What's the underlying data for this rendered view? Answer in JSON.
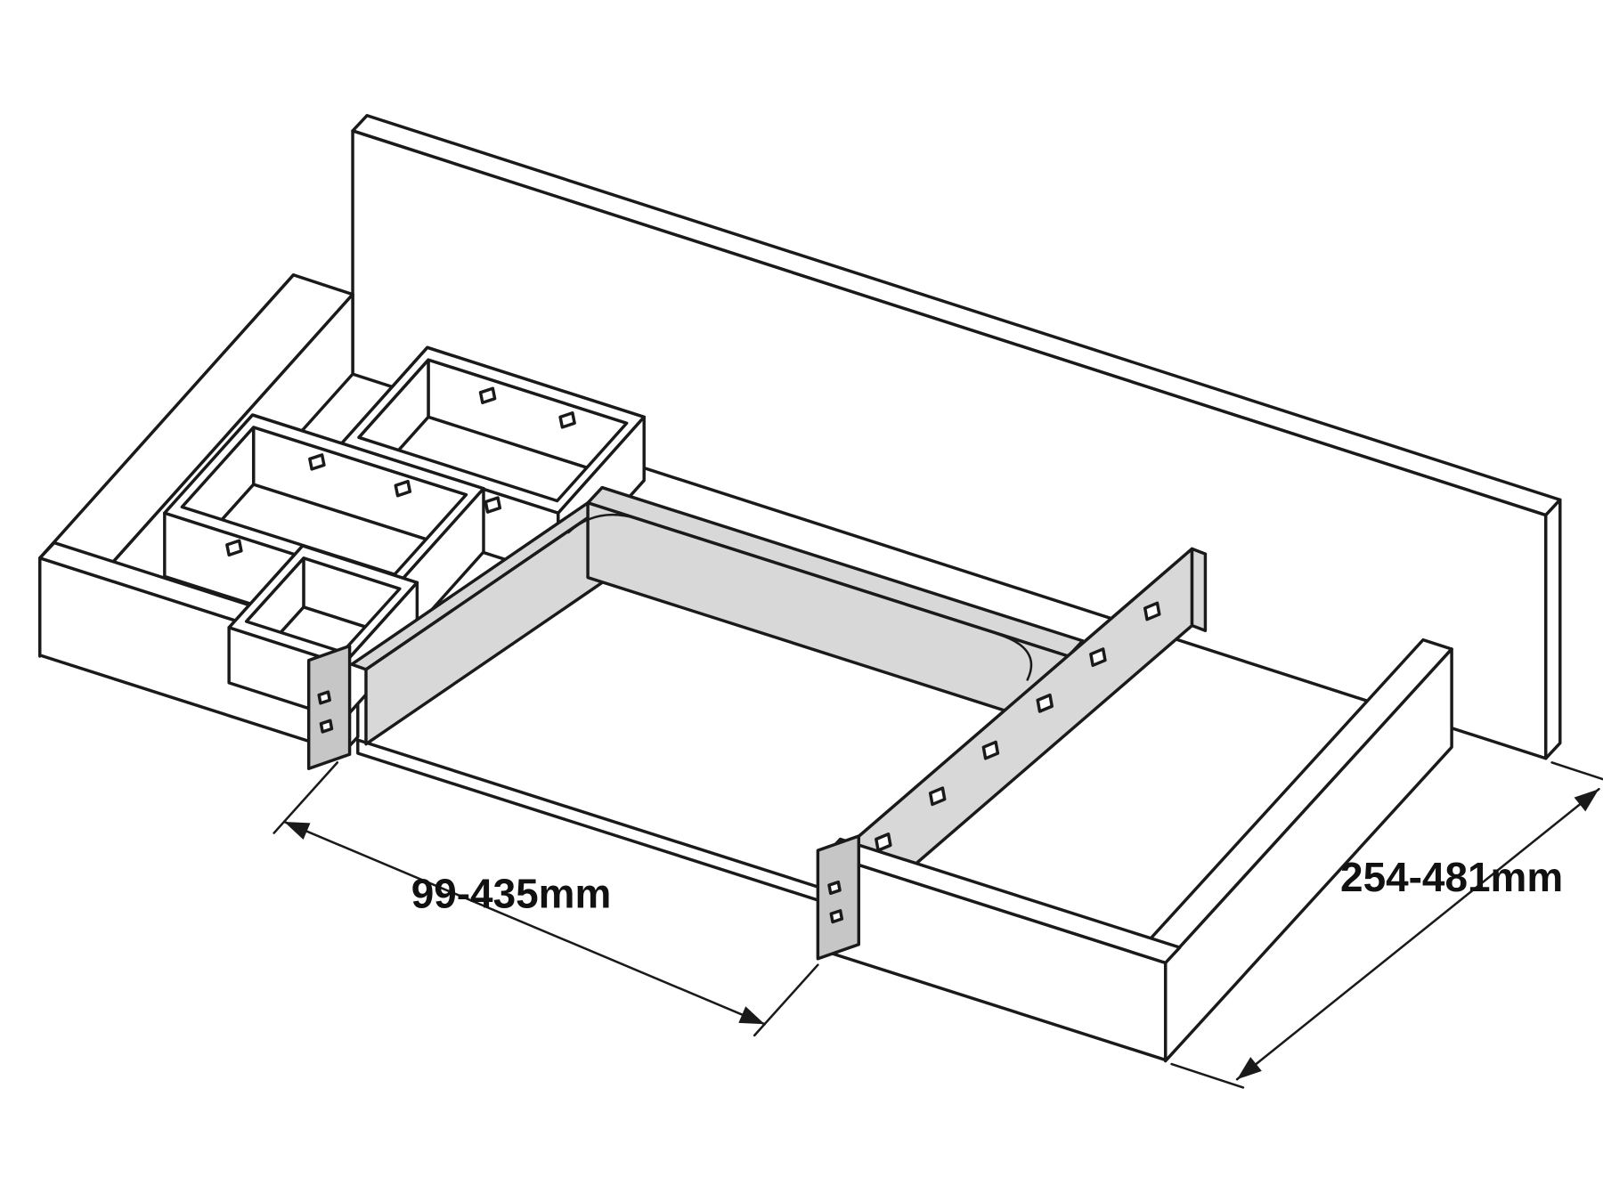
{
  "diagram": {
    "type": "isometric-technical-drawing",
    "subject": "drawer-divider-system",
    "dimensions": {
      "left": {
        "label": "99-435mm"
      },
      "right": {
        "label": "254-481mm"
      }
    },
    "colors": {
      "line": "#1a1a1a",
      "divider_fill": "#d8d8d8",
      "bracket_fill": "#c6c6c6",
      "background": "#ffffff"
    }
  }
}
